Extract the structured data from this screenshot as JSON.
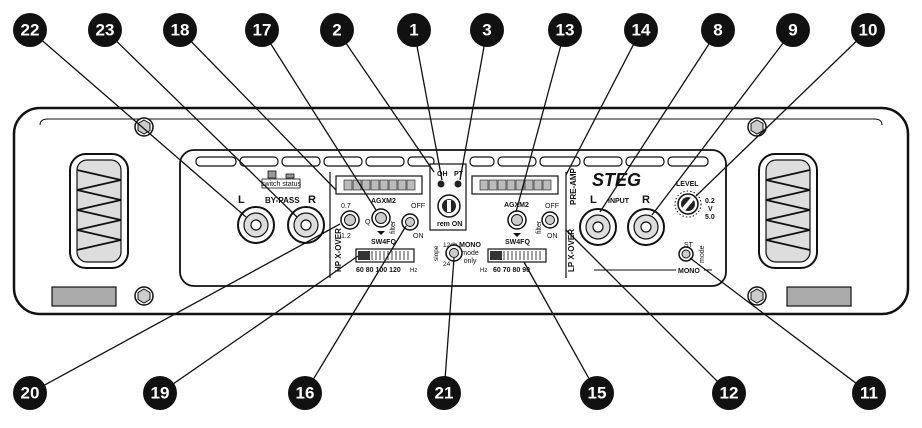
{
  "labels": {
    "brand": "STEG",
    "by_pass": "BY-PASS",
    "switch_status": "switch status",
    "left_ch": "L",
    "right_ch": "R",
    "left_in": "L",
    "right_in": "R",
    "input": "INPUT",
    "pre_amp": "PRE-AMP",
    "level": "LEVEL",
    "level_min": "0.2",
    "level_v": "V",
    "level_max": "5.0",
    "oh": "OH",
    "pt": "PT",
    "rem_on": "rem ON",
    "agxm_left": "AGXM2",
    "agxm_right": "AGXM2",
    "q_top": "0.7",
    "q_bottom": "1.2",
    "q_mark": "Q",
    "filter_left": "filter",
    "filter_right": "filter",
    "off_left": "OFF",
    "on_left": "ON",
    "off_right": "OFF",
    "on_right": "ON",
    "sw4fq_left": "SW4FQ",
    "sw4fq_right": "SW4FQ",
    "hp_freqs": "60 80 100 120",
    "lp_freqs": "60 70 80 90",
    "hz_left": "Hz",
    "hz_right": "Hz",
    "hp_xover": "HP X-OVER",
    "lp_xover": "LP X-OVER",
    "slope": "slope",
    "slope_12": "12db",
    "slope_24": "24",
    "mono_mode_only": [
      "MONO",
      "mode",
      "only"
    ],
    "st": "ST",
    "mode": "mode",
    "mono": "MONO"
  },
  "callouts_top": [
    "22",
    "23",
    "18",
    "17",
    "2",
    "1",
    "3",
    "13",
    "14",
    "8",
    "9",
    "10"
  ],
  "callouts_bottom": [
    "20",
    "19",
    "16",
    "21",
    "15",
    "12",
    "11"
  ]
}
